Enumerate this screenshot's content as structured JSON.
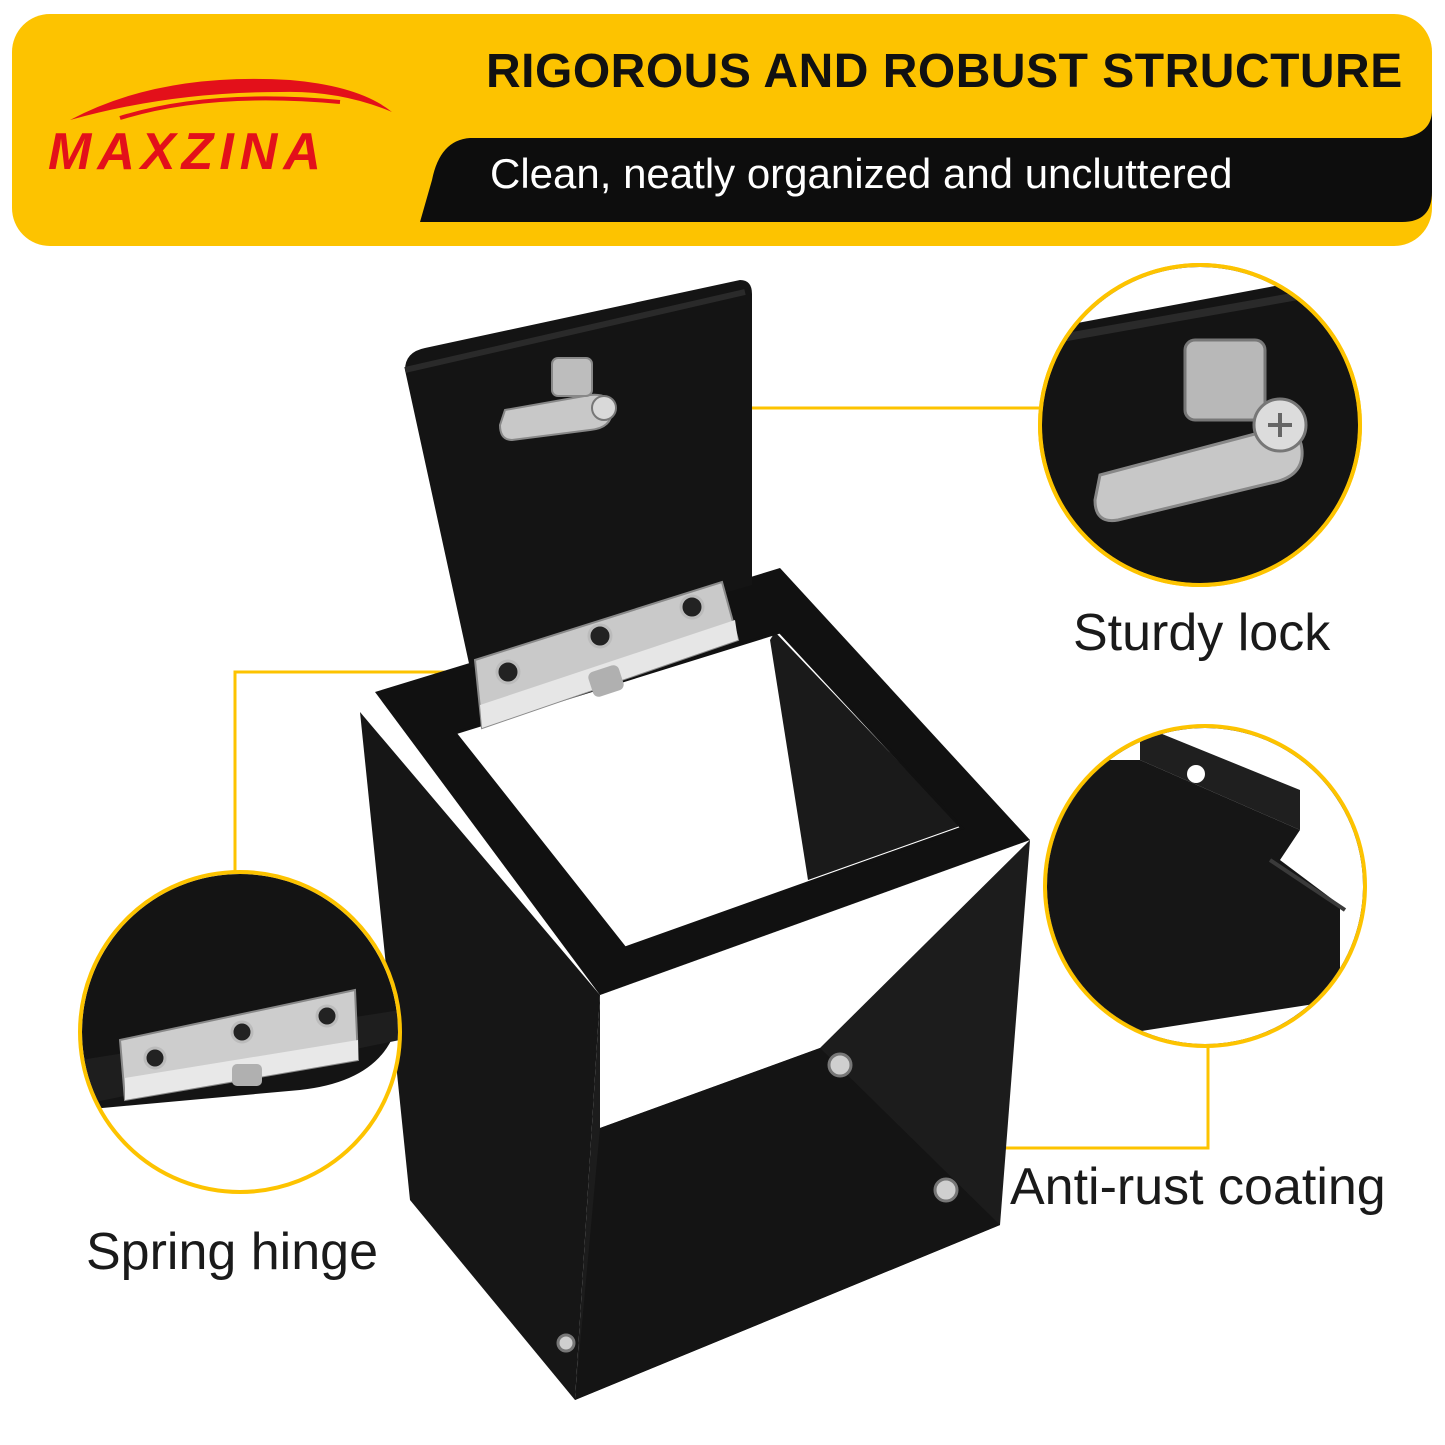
{
  "brand": {
    "name": "MAXZINA"
  },
  "header": {
    "title": "RIGOROUS AND ROBUST STRUCTURE",
    "subtitle": "Clean, neatly organized and uncluttered"
  },
  "callouts": [
    {
      "id": "lock",
      "label": "Sturdy lock"
    },
    {
      "id": "coating",
      "label": "Anti-rust coating"
    },
    {
      "id": "hinge",
      "label": "Spring hinge"
    }
  ],
  "colors": {
    "accent_yellow": "#fdc300",
    "banner_black": "#0d0d0d",
    "brand_red": "#e3101a",
    "product_black": "#141414"
  }
}
